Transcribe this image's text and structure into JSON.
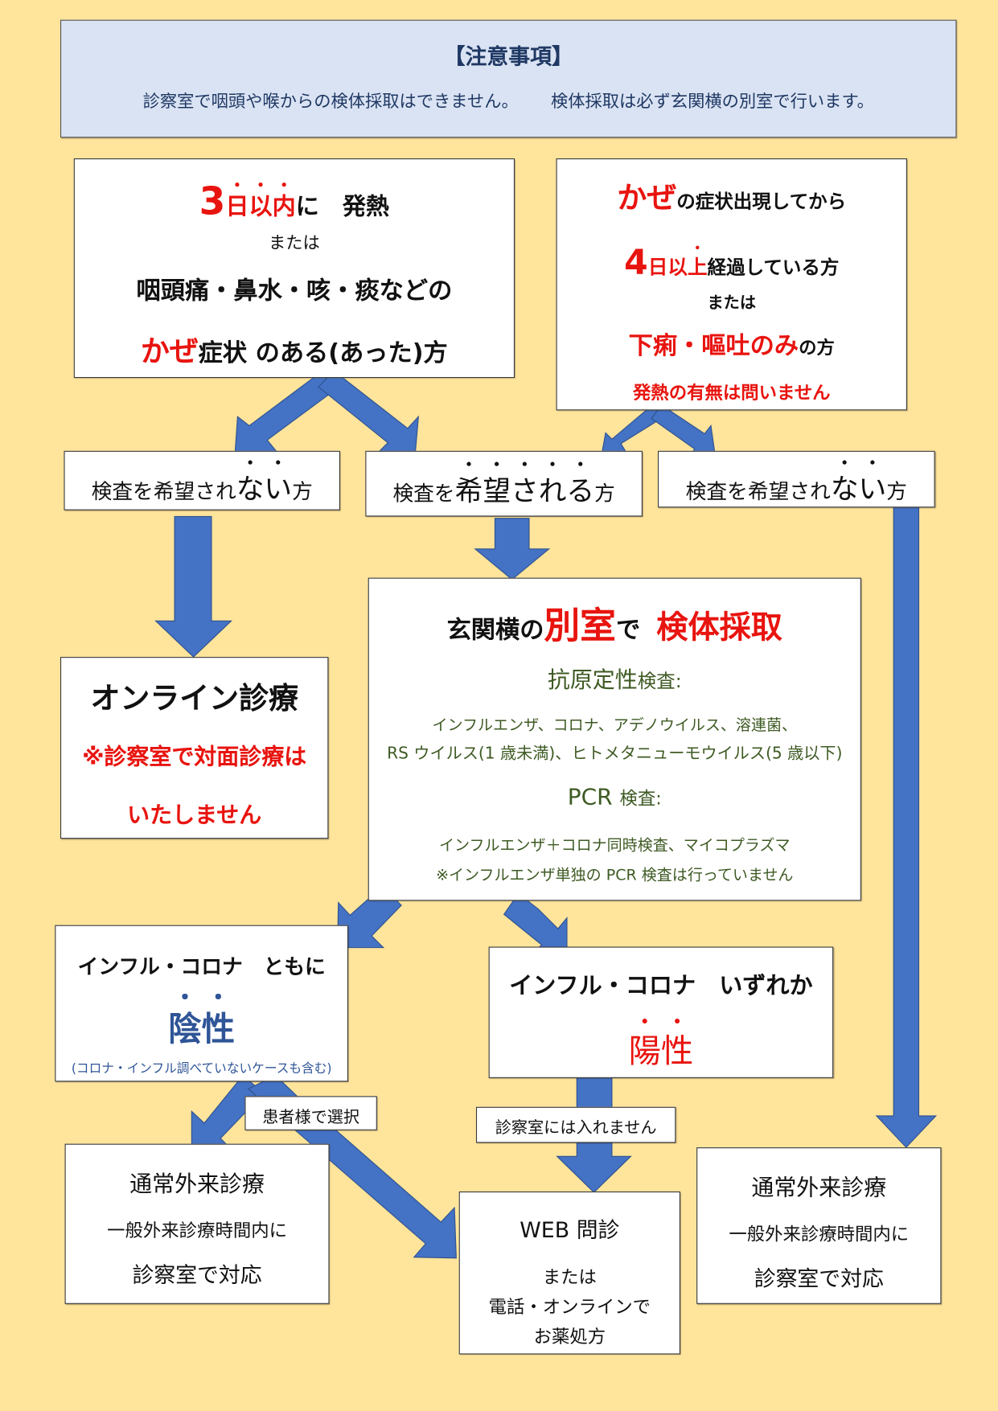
{
  "notice": {
    "title": "【注意事項】",
    "text1": "診察室で咽頭や喉からの検体採取はできません。",
    "text2": "検体採取は必ず玄関横の別室で行います。"
  },
  "symptoms_recent": {
    "line1_red": "3日以内",
    "line1_rest": "に　発熱",
    "or": "または",
    "line3": "咽頭痛・鼻水・咳・痰などの",
    "line4_red": "かぜ",
    "line4_rest": "症状 のある(あった)方"
  },
  "symptoms_later": {
    "line1_red": "かぜ",
    "line1_rest": "の症状出現してから",
    "line2_red_num": "4",
    "line2_red": "日以上",
    "line2_rest": "経過している方",
    "or": "または",
    "line4_red": "下痢・嘔吐のみ",
    "line4_rest": "の方",
    "line5": "発熱の有無は問いません"
  },
  "choices": {
    "no_test_left": {
      "prefix": "検査を希望され",
      "emph": "ない",
      "suffix": "方"
    },
    "want_test": {
      "prefix": "検査を",
      "emph": "希望される",
      "suffix": "方"
    },
    "no_test_right": {
      "prefix": "検査を希望され",
      "emph": "ない",
      "suffix": "方"
    }
  },
  "online": {
    "title": "オンライン診療",
    "note1": "※診察室で対面診療は",
    "note2": "いたしません"
  },
  "sampling": {
    "title_pre": "玄関横の",
    "title_red1": "別室",
    "title_mid": "で",
    "title_red2": "検体採取",
    "antigen_heading_a": "抗原定性",
    "antigen_heading_b": "検査:",
    "antigen_line1": "インフルエンザ、コロナ、アデノウイルス、溶連菌、",
    "antigen_line2": "RS ウイルス(1 歳未満)、ヒトメタニューモウイルス(5 歳以下)",
    "pcr_heading_a": "PCR",
    "pcr_heading_b": "検査:",
    "pcr_line1": "インフルエンザ＋コロナ同時検査、マイコプラズマ",
    "pcr_line2": "※インフルエンザ単独の PCR 検査は行っていません"
  },
  "negative": {
    "line1": "インフル・コロナ　ともに",
    "result": "陰性",
    "note": "(コロナ・インフル調べていないケースも含む)"
  },
  "positive": {
    "line1": "インフル・コロナ　いずれか",
    "result": "陽性"
  },
  "labels": {
    "patient_choice": "患者様で選択",
    "no_entry": "診察室には入れません"
  },
  "outpatient_left": {
    "title": "通常外来診療",
    "line2": "一般外来診療時間内に",
    "line3": "診察室で対応"
  },
  "web": {
    "title": "WEB 問診",
    "line2": "または",
    "line3": "電話・オンラインで",
    "line4": "お薬処方"
  },
  "outpatient_right": {
    "title": "通常外来診療",
    "line2": "一般外来診療時間内に",
    "line3": "診察室で対応"
  },
  "colors": {
    "background": "#ffe49b",
    "notice_bg": "#dae3f3",
    "arrow": "#4472c4",
    "red": "#e8140f",
    "green": "#3e5a23",
    "navy": "#1f3864"
  }
}
